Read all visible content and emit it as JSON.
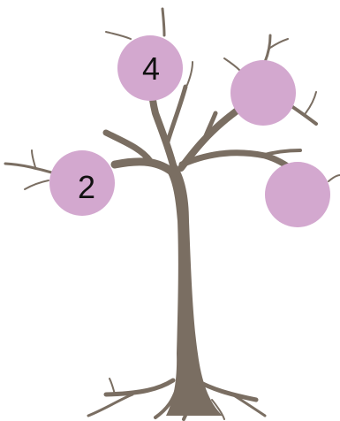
{
  "colors": {
    "trunk": "#7a6e62",
    "fruit": "#d3a8cf",
    "label": "#111111",
    "background": "#ffffff"
  },
  "fruits": [
    {
      "id": "fruit-top",
      "label": "4"
    },
    {
      "id": "fruit-left",
      "label": "2"
    },
    {
      "id": "fruit-upper-right",
      "label": ""
    },
    {
      "id": "fruit-lower-right",
      "label": ""
    }
  ]
}
